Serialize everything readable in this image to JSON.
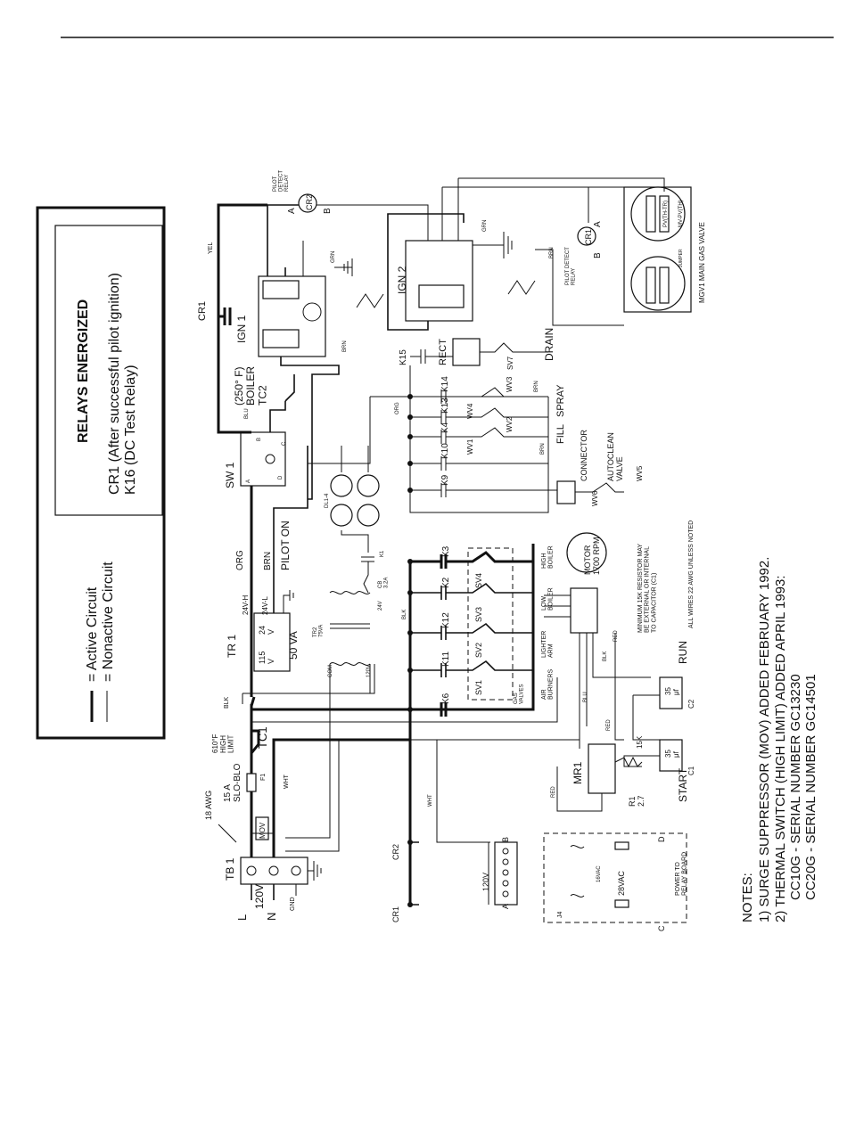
{
  "legend": {
    "title": "RELAYS ENERGIZED",
    "line1": "CR1  (After successful pilot ignition)",
    "line2": "K16  (DC Test Relay)",
    "active": "= Active Circuit",
    "nonactive": "= Nonactive Circuit"
  },
  "notes": {
    "title": "NOTES:",
    "n1": "1)  SURGE SUPPRESSOR (MOV) ADDED FEBRUARY 1992.",
    "n2": "2)  THERMAL SWITCH (HIGH LIMIT) ADDED APRIL 1993:",
    "n3": "CC10G - SERIAL NUMBER GC13230",
    "n4": "CC20G - SERIAL NUMBER GC14501"
  },
  "all_wires": "ALL WIRES 22 AWG UNLESS NOTED",
  "labels": {
    "tb1": "TB 1",
    "L": "L",
    "N": "N",
    "v120": "120V",
    "gnd": "GND",
    "awg18": "18 AWG",
    "fuse": "15 A\nSLO-BLO",
    "f1": "F1",
    "mov": "MOV",
    "highlimit": "610°F\nHIGH\nLIMIT",
    "tc1": "TC1",
    "blk": "BLK",
    "wht": "WHT",
    "tr1": "TR 1",
    "v115": "115\nV",
    "v24": "24\nV",
    "va50": "50 VA",
    "h24": "24V-H",
    "l24": "24V-L",
    "org": "ORG",
    "brn": "BRN",
    "pilot_on": "PILOT ON",
    "sw1": "SW 1",
    "blu": "BLU",
    "yel": "YEL",
    "cr1": "CR1",
    "ign1": "IGN 1",
    "ign2": "IGN 2",
    "boiler": "(250° F)\nBOILER\nTC2",
    "pilot_detect": "PILOT\nDETECT\nRELAY",
    "cr2": "CR2",
    "grn": "GRN",
    "mgv": "MGV1 MAIN GAS VALVE",
    "pilot_detect2": "PILOT DETECT\nRELAY",
    "mvpv": "MV-PV(TH)",
    "mvpvth": "PV(TH-TR)",
    "jumper": "JUMPER",
    "k15": "K15",
    "rect": "RECT",
    "sv7": "SV7",
    "drain": "DRAIN",
    "k14": "K14",
    "k13": "K13",
    "k4": "K4",
    "k10": "K10",
    "k9": "K9",
    "wv1": "WV1",
    "wv2": "WV2",
    "wv3": "WV3",
    "wv4": "WV4",
    "wv5": "WV5",
    "wv6": "WV6",
    "spray": "SPRAY",
    "fill": "FILL",
    "connector": "CONNECTOR",
    "autoclean": "AUTOCLEAN\nVALVE",
    "dl": "DL1-4",
    "k1": "K1",
    "cb": "CB\n3.2A",
    "tr2": "TR2\n75VA",
    "com": "COM",
    "v24b": "24V",
    "v120b": "120V",
    "blkb": "BLK",
    "k3": "K3",
    "k2": "K2",
    "k12": "K12",
    "k11": "K11",
    "k6": "K6",
    "sv1": "SV1",
    "sv2": "SV2",
    "sv3": "SV3",
    "sv4": "SV4",
    "gas_valves": "GAS\nVALVES",
    "air_burners": "AIR\nBURNERS",
    "lighter_arm": "LIGHTER\nARM",
    "low_boiler": "LOW\nBOILER",
    "high_boiler": "HIGH\nBOILER",
    "motor": "MOTOR\n1700 RPM",
    "resistor_note": "MINIMUM 15K RESISTOR MAY\nBE EXTERNAL OR INTERNAL\nTO CAPACITOR (C1)",
    "run": "RUN",
    "start": "START",
    "c1": "C1",
    "c2": "C2",
    "uf35": "35\nμf",
    "mr1": "MR1",
    "r1": "R1\n2.7",
    "k15k": "15K",
    "red": "RED",
    "cr2b": "CR2",
    "cr1b": "CR1",
    "v120c": "120V",
    "v28": "28VAC",
    "v16": "16VAC",
    "power_relay": "POWER TO\nRELAY BOARD",
    "j4": "J4",
    "A": "A",
    "B": "B",
    "C": "C",
    "D": "D"
  }
}
